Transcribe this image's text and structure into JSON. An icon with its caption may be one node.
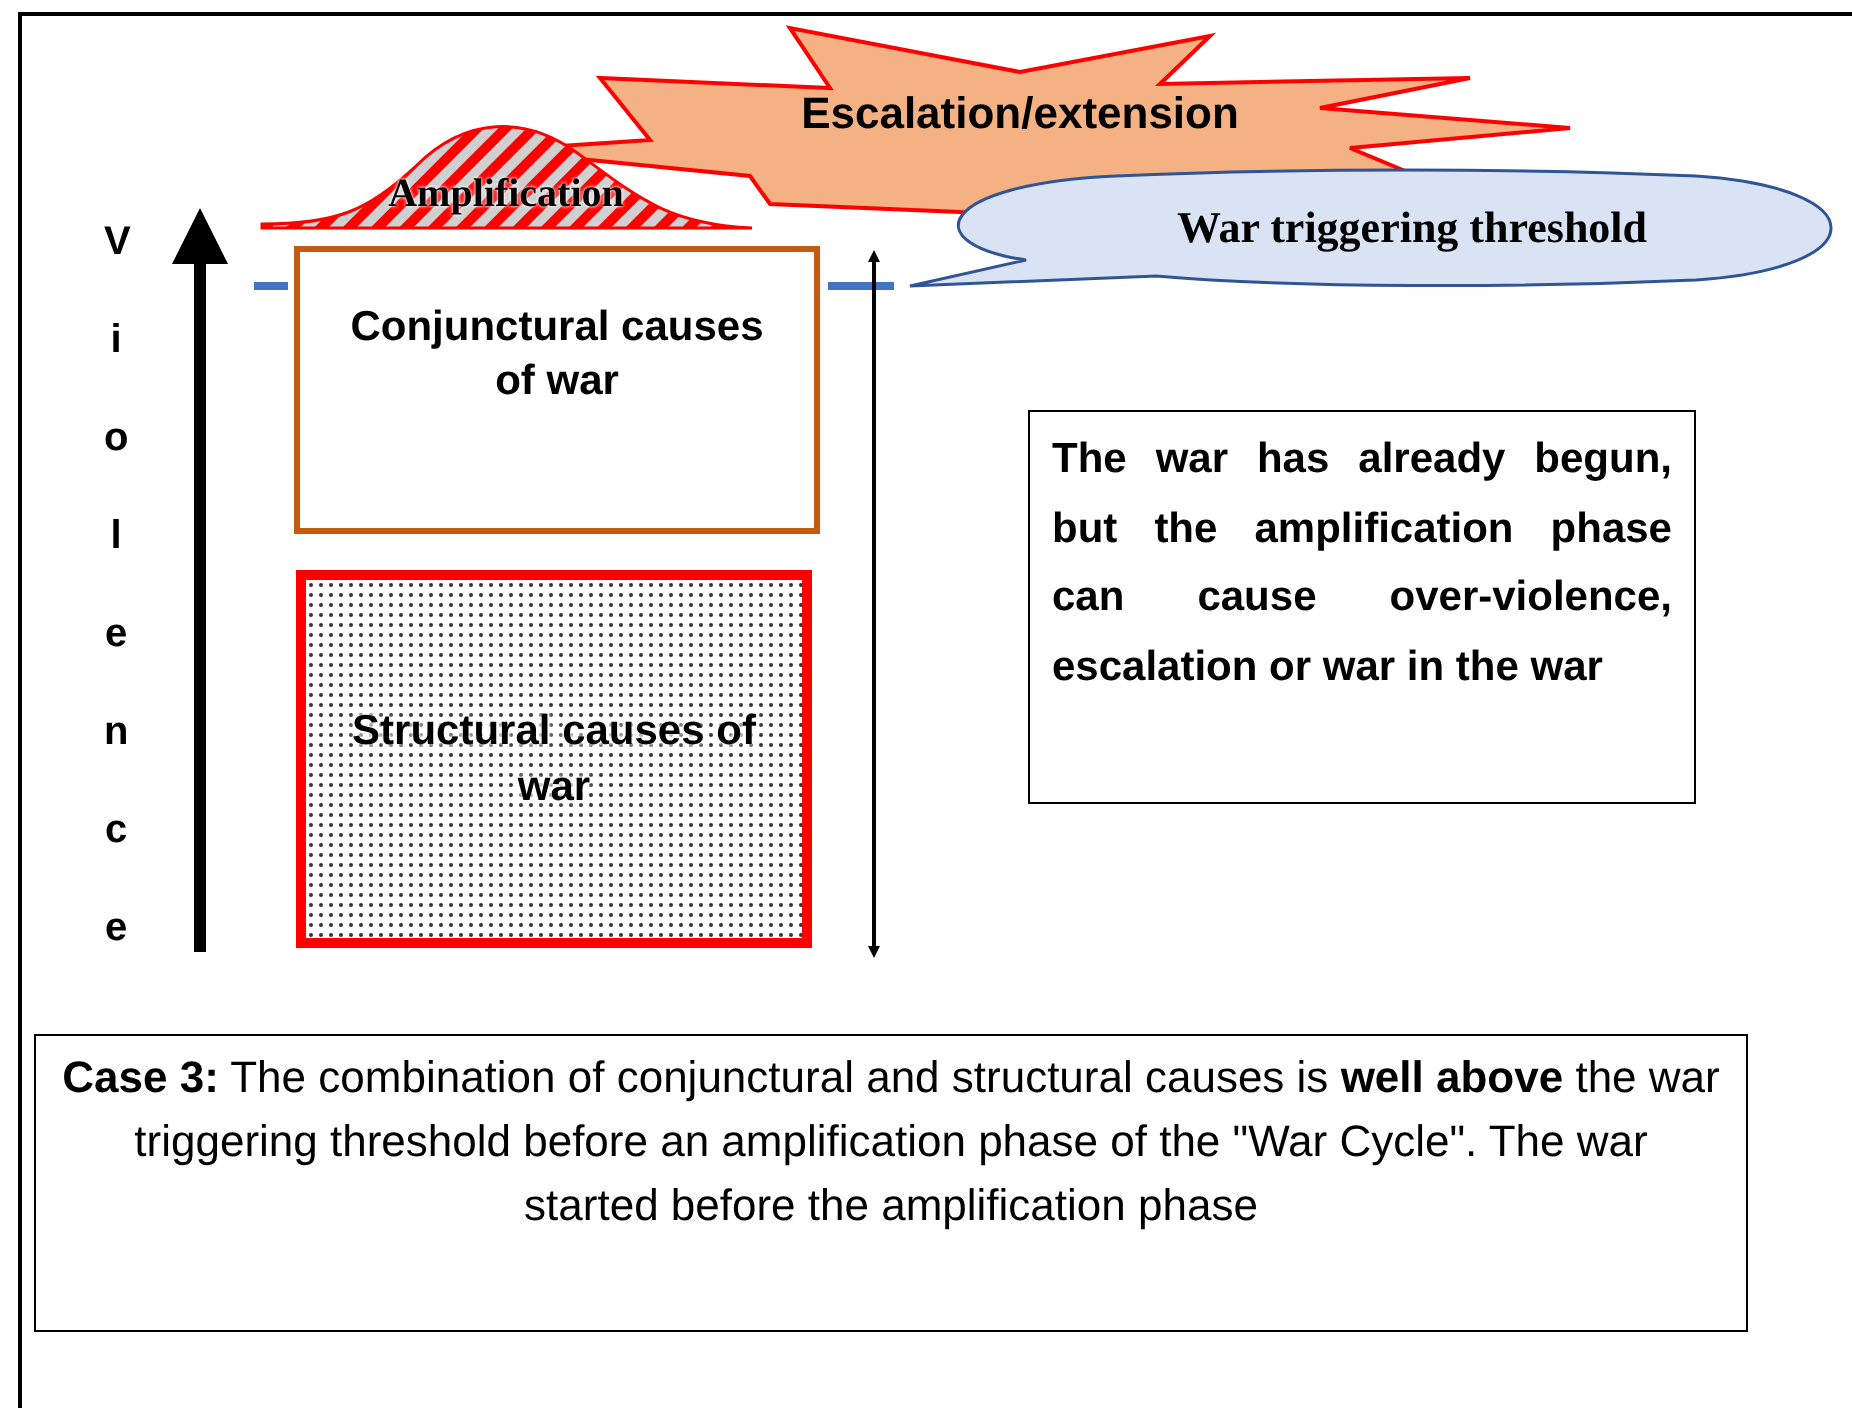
{
  "diagram": {
    "nodes": [
      {
        "text": [
          "Escalation/extension"
        ]
      },
      {
        "text": [
          "Amplification"
        ]
      },
      {
        "text": [
          "War triggering threshold"
        ]
      },
      {
        "text": [
          "Conjunctural causes of war"
        ]
      },
      {
        "text": [
          "Structural causes of war"
        ]
      },
      {
        "text": [
          "The war has already begun, but the amplification phase can cause over-violence, escalation or war in the war"
        ]
      },
      {
        "text": [
          "**Case 3:** The combination of conjunctural and structural causes is **well above** the war triggering threshold before an amplification phase of the \"War Cycle\". The war started before the amplification phase"
        ]
      }
    ],
    "labels": [
      "Violence"
    ]
  }
}
